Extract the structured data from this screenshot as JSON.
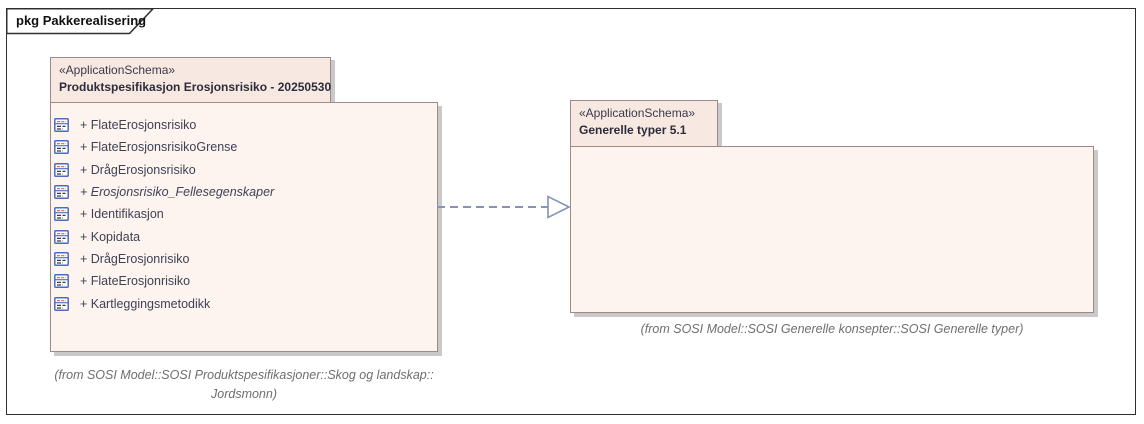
{
  "frame": {
    "label": "pkg Pakkerealisering"
  },
  "left_package": {
    "stereotype": "«ApplicationSchema»",
    "name": "Produktspesifikasjon Erosjonsrisiko - 20250530",
    "items": [
      {
        "label": "+ FlateErosjonsrisiko",
        "italic": false
      },
      {
        "label": "+ FlateErosjonsrisikoGrense",
        "italic": false
      },
      {
        "label": "+ DrågErosjonsrisiko",
        "italic": false
      },
      {
        "label": "+ Erosjonsrisiko_Fellesegenskaper",
        "italic": true
      },
      {
        "label": "+ Identifikasjon",
        "italic": false
      },
      {
        "label": "+ Kopidata",
        "italic": false
      },
      {
        "label": "+ DrågErosjonrisiko",
        "italic": false
      },
      {
        "label": "+ FlateErosjonrisiko",
        "italic": false
      },
      {
        "label": "+ Kartleggingsmetodikk",
        "italic": false
      }
    ],
    "caption_line1": "(from SOSI Model::SOSI Produktspesifikasjoner::Skog og landskap::",
    "caption_line2": "Jordsmonn)"
  },
  "right_package": {
    "stereotype": "«ApplicationSchema»",
    "name": "Generelle typer 5.1",
    "caption": "(from SOSI Model::SOSI Generelle konsepter::SOSI Generelle typer)"
  },
  "connector": {
    "type": "realization",
    "line_style": "dashed",
    "direction": "left-to-right"
  },
  "colors": {
    "package_body_fill": "#fdf3ef",
    "package_tab_fill": "#f8e8e2",
    "package_border": "#9d8a87",
    "shadow": "#c9c9c9",
    "connector": "#8793b4",
    "frame_border": "#2e2e2e",
    "item_text": "#3f4254",
    "caption_text": "#6e6e6e",
    "icon_border": "#4a6bc4",
    "icon_accent": "#e07070"
  }
}
